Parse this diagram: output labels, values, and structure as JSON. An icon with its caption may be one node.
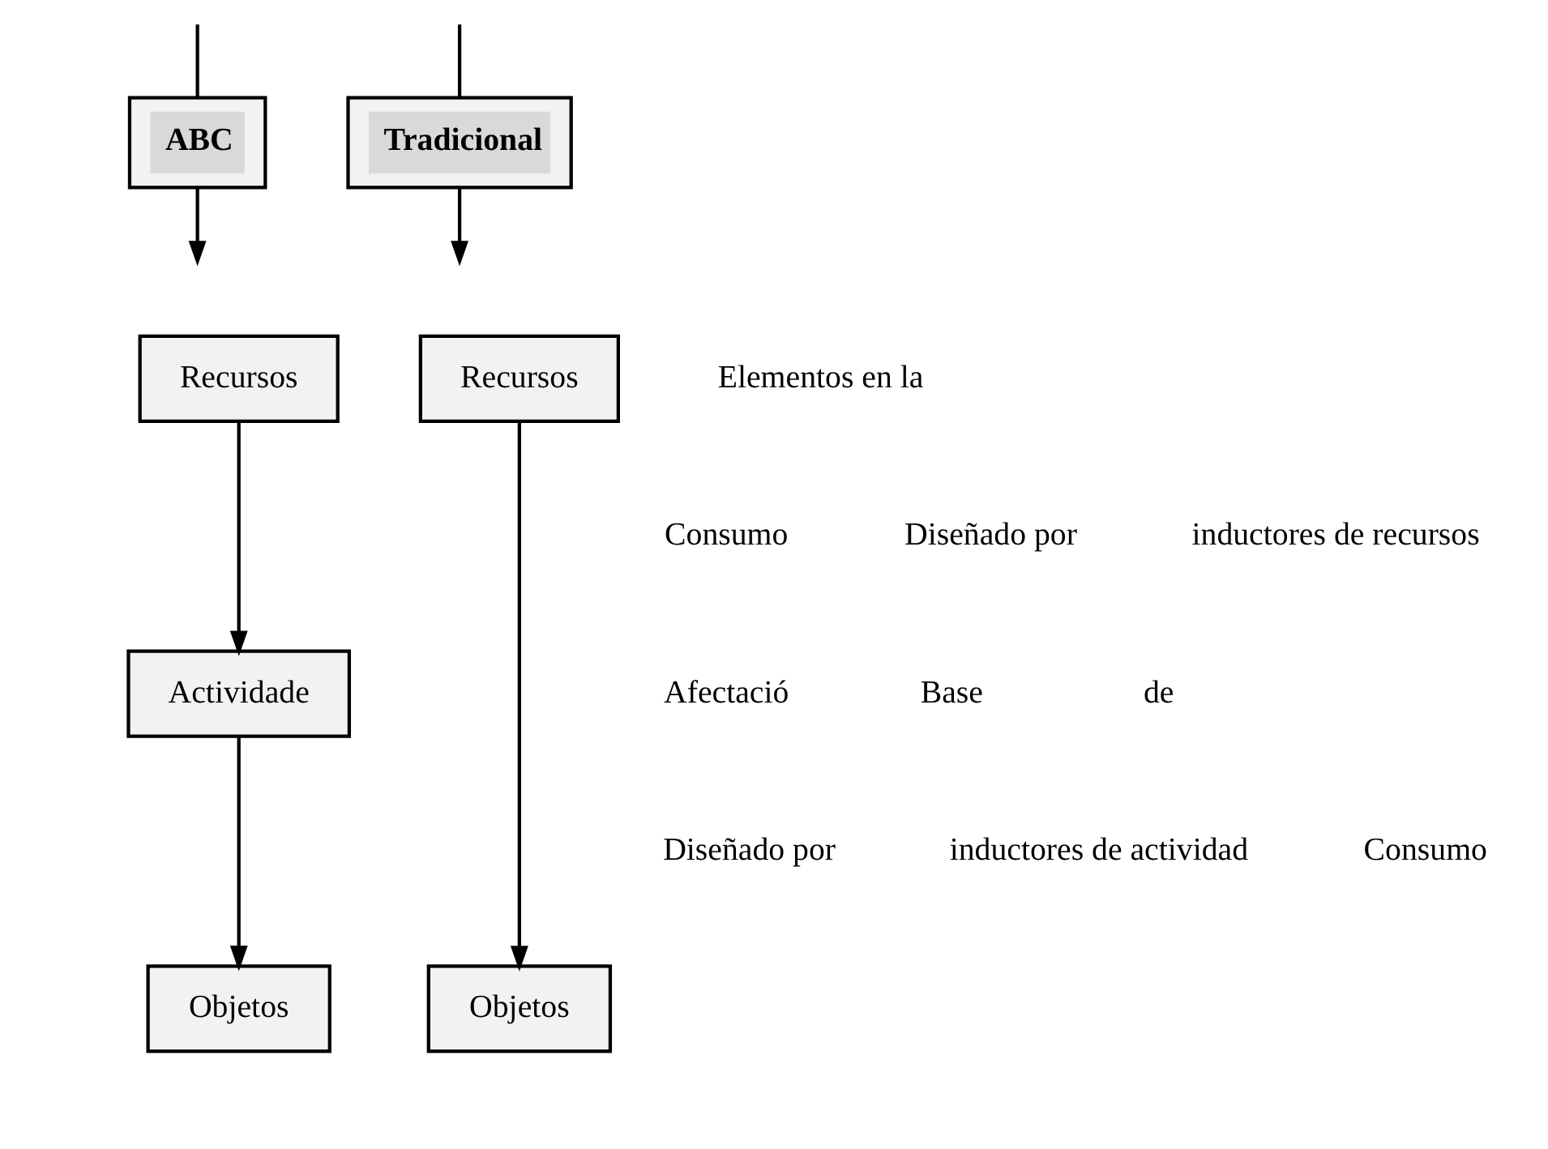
{
  "diagram": {
    "nodes": [
      {
        "text": [
          "ABC"
        ]
      },
      {
        "text": [
          "Tradicional"
        ]
      },
      {
        "text": [
          "Recursos"
        ]
      },
      {
        "text": [
          "Actividade"
        ]
      },
      {
        "text": [
          "Objetos"
        ]
      },
      {
        "text": [
          "Recursos"
        ]
      },
      {
        "text": [
          "Objetos"
        ]
      }
    ],
    "edges": [
      {
        "from": null,
        "to": 0,
        "arrow": "none"
      },
      {
        "from": 0,
        "to": null,
        "arrow": "to"
      },
      {
        "from": null,
        "to": 1,
        "arrow": "none"
      },
      {
        "from": 1,
        "to": null,
        "arrow": "to"
      },
      {
        "from": 2,
        "to": 3,
        "arrow": "to"
      },
      {
        "from": 3,
        "to": 4,
        "arrow": "to"
      },
      {
        "from": 5,
        "to": 6,
        "arrow": "to"
      }
    ],
    "labels": [
      "Elementos en la",
      "Consumo",
      "Diseñado por",
      "inductores de recursos",
      "Afectació",
      "Base",
      "de",
      "Diseñado por",
      "inductores de actividad",
      "Consumo"
    ]
  }
}
